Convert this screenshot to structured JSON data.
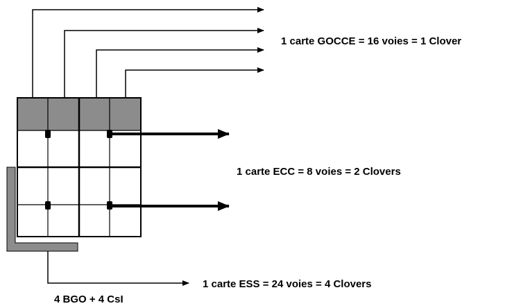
{
  "labels": {
    "gocce": "1 carte GOCCE = 16 voies = 1 Clover",
    "ecc": "1 carte ECC = 8 voies = 2 Clovers",
    "ess": "1 carte ESS = 24 voies = 4 Clovers",
    "crystals": "4 BGO + 4 CsI"
  },
  "colors": {
    "line": "#000000",
    "shaded": "#8c8c8c",
    "background": "#ffffff"
  }
}
